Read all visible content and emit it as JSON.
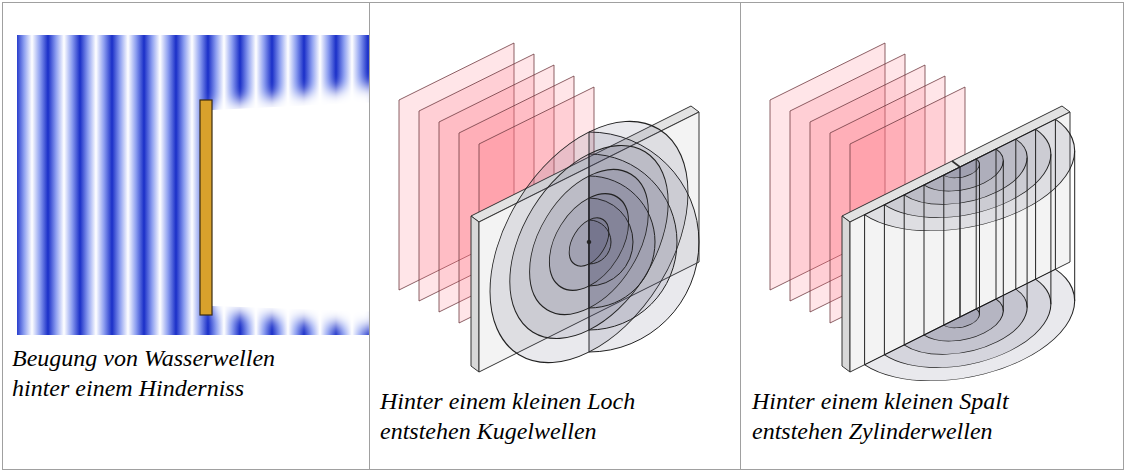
{
  "diagram": {
    "labels": [
      "Beugung von Wasserwellen hinter einem Hinderniss",
      "Hinter einem kleinen Loch entstehen Kugelwellen",
      "Hinter einem kleinen Spalt entstehen Zylinderwellen"
    ]
  }
}
